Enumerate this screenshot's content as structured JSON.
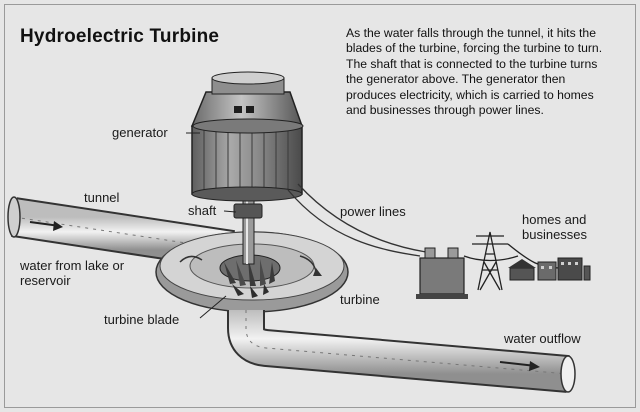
{
  "title": "Hydroelectric Turbine",
  "description": "As the water falls through the tunnel, it hits the blades of the turbine, forcing the turbine to turn. The shaft that is connected to the turbine turns the generator above. The generator then produces electricity, which is carried to homes and businesses through power lines.",
  "labels": {
    "generator": "generator",
    "tunnel": "tunnel",
    "shaft": "shaft",
    "power_lines": "power lines",
    "homes": "homes and businesses",
    "water_from": "water from lake or reservoir",
    "turbine": "turbine",
    "turbine_blade": "turbine blade",
    "water_outflow": "water outflow"
  }
}
